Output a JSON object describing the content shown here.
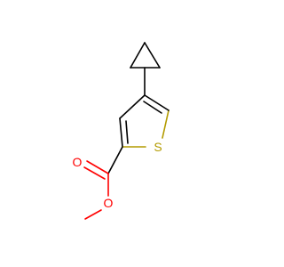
{
  "molecule": {
    "atoms": {
      "sulfur": "S",
      "carbonyl_oxygen": "O",
      "ester_oxygen": "O"
    }
  },
  "colors": {
    "background": "#ffffff",
    "bond": "#000000",
    "oxygen": "#ff0000",
    "sulfur": "#b39b00"
  }
}
